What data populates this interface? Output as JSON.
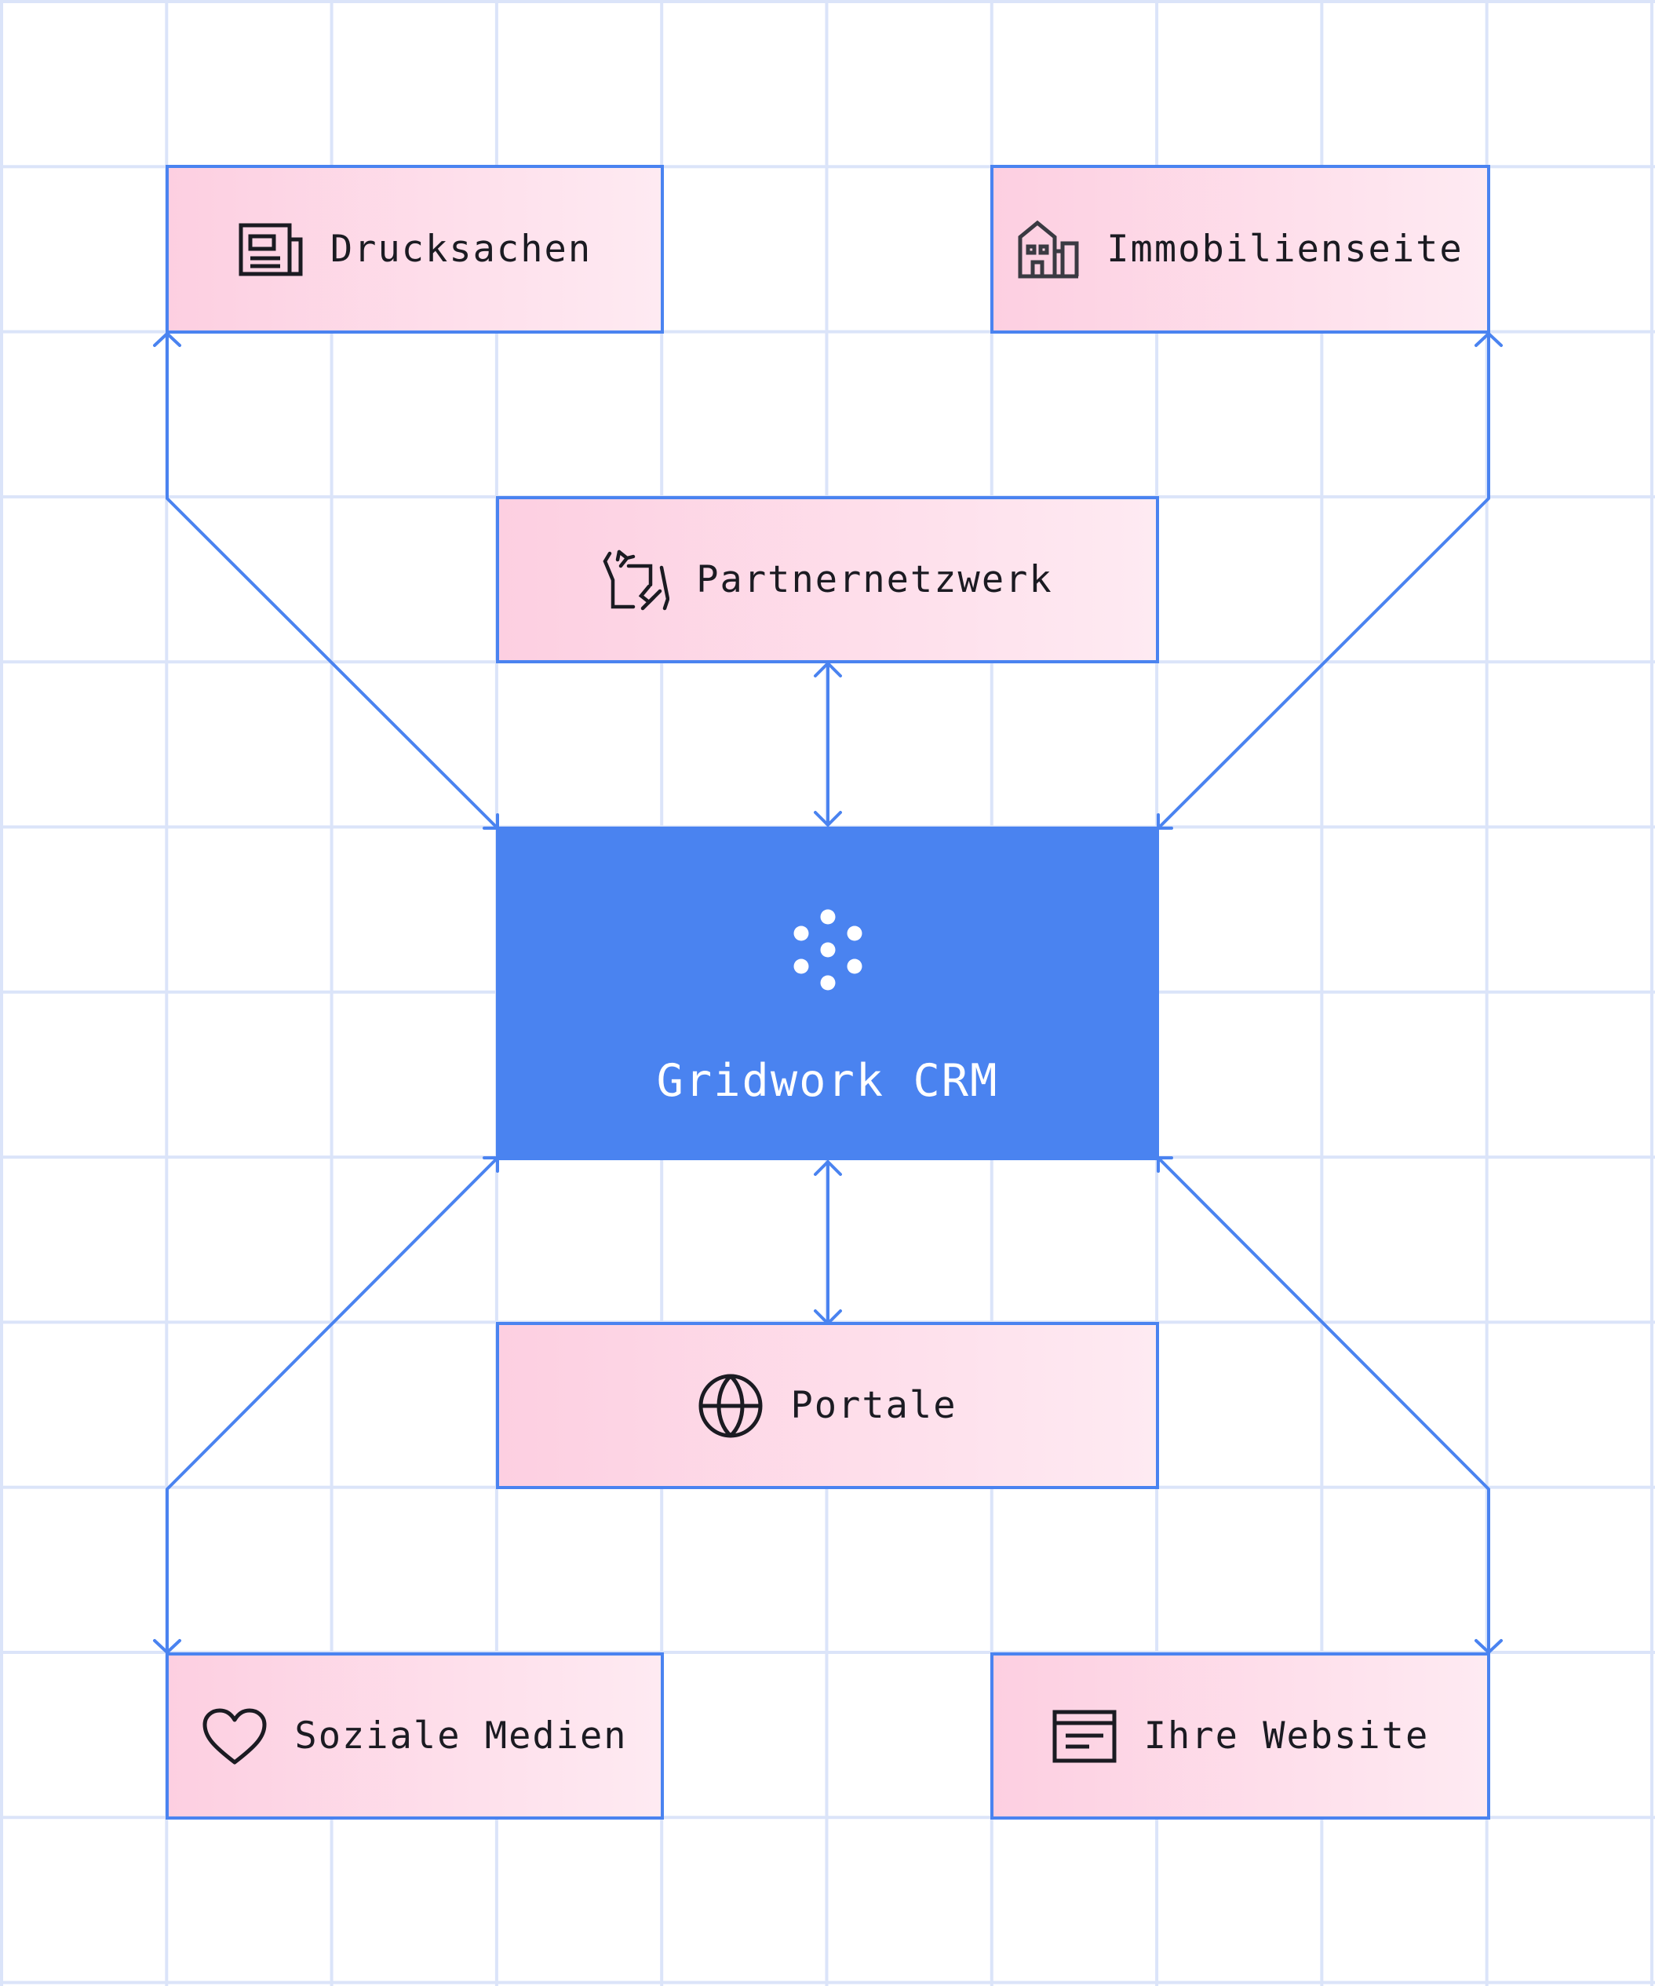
{
  "hub": {
    "label": "Gridwork CRM",
    "logo_icon": "dot-cluster-logo-icon"
  },
  "nodes": [
    {
      "key": "print",
      "label": "Drucksachen",
      "icon": "newspaper-icon"
    },
    {
      "key": "property",
      "label": "Immobilienseite",
      "icon": "building-icon"
    },
    {
      "key": "partners",
      "label": "Partnernetzwerk",
      "icon": "handshake-icon"
    },
    {
      "key": "portals",
      "label": "Portale",
      "icon": "globe-icon"
    },
    {
      "key": "social",
      "label": "Soziale Medien",
      "icon": "heart-icon"
    },
    {
      "key": "website",
      "label": "Ihre Website",
      "icon": "webpage-icon"
    }
  ],
  "colors": {
    "accent": "#4a83f0",
    "grid": "#dbe4f9",
    "node_fill_start": "#fdcfe1",
    "node_fill_end": "#feeaf2",
    "text": "#1b1b22"
  }
}
